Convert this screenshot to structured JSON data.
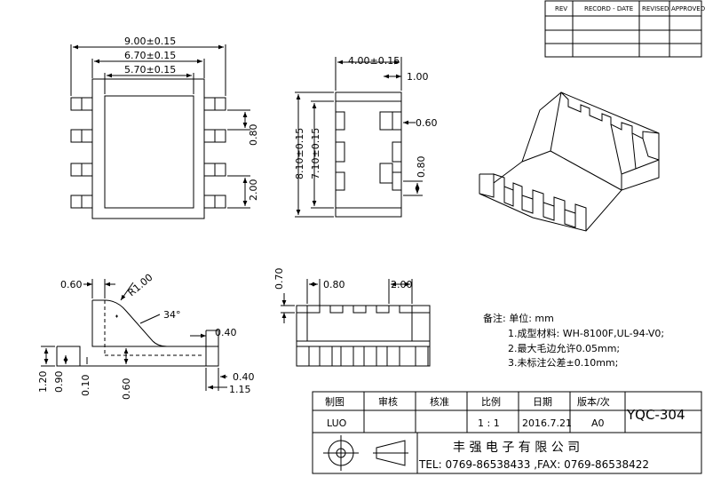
{
  "revision_table": {
    "headers": [
      "REV",
      "RECORD - DATE",
      "REVISED",
      "APPROVED"
    ]
  },
  "dimensions": {
    "top_view": {
      "overall_width": "9.00±0.15",
      "inner_width": "6.70±0.15",
      "core_width": "5.70±0.15",
      "pin_width": "0.80",
      "pin_pitch": "2.00"
    },
    "side_view": {
      "width": "4.00±0.15",
      "offset": "1.00",
      "slot": "0.60",
      "overall_height": "8.10±0.15",
      "inner_height": "7.10±0.15",
      "pin_width": "0.80"
    },
    "profile_view": {
      "top_offset": "0.60",
      "radius": "R1.00",
      "angle": "34°",
      "step": "0.40",
      "height": "1.20",
      "base": "0.90",
      "lip": "0.10",
      "gap": "0.60",
      "bottom": "0.40",
      "length": "1.15"
    },
    "front_view": {
      "height": "0.70",
      "slot_width": "0.80",
      "pitch": "2.00"
    }
  },
  "notes": {
    "heading": "备注: 单位: mm",
    "items": [
      "1.成型材料: WH-8100F,UL-94-V0;",
      "2.最大毛边允许0.05mm;",
      "3.未标注公差±0.10mm;"
    ]
  },
  "title_block": {
    "headers": [
      "制图",
      "审核",
      "核准",
      "比例",
      "日期",
      "版本/次"
    ],
    "values": [
      "LUO",
      "",
      "",
      "1 : 1",
      "2016.7.21",
      "A0"
    ],
    "part_number": "YQC-304",
    "company": "丰 强 电 子 有 限 公 司",
    "contact": "TEL: 0769-86538433 ,FAX: 0769-86538422"
  }
}
